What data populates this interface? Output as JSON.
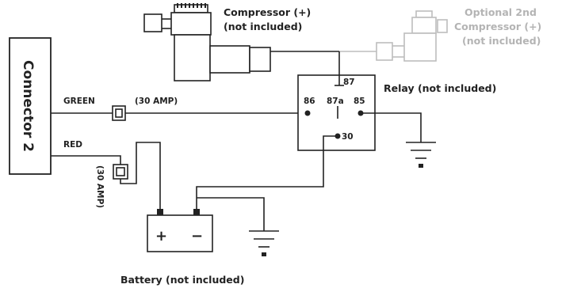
{
  "connector": {
    "label": "Connector 2"
  },
  "wires": {
    "green_label": "GREEN",
    "red_label": "RED"
  },
  "fuses": {
    "green_rating": "(30 AMP)",
    "red_rating": "(30 AMP)"
  },
  "compressor": {
    "line1": "Compressor (+)",
    "line2": "(not included)"
  },
  "optional_compressor": {
    "line1": "Optional 2nd",
    "line2": "Compressor (+)",
    "line3": "(not included)",
    "color": "#b4b4b4"
  },
  "relay": {
    "label": "Relay (not included)",
    "pins": {
      "p87": "87",
      "p86": "86",
      "p87a": "87a",
      "p85": "85",
      "p30": "30"
    }
  },
  "battery": {
    "label": "Battery (not included)",
    "plus": "+",
    "minus": "−"
  },
  "colors": {
    "line": "#222222",
    "optional": "#bdbdbd"
  }
}
